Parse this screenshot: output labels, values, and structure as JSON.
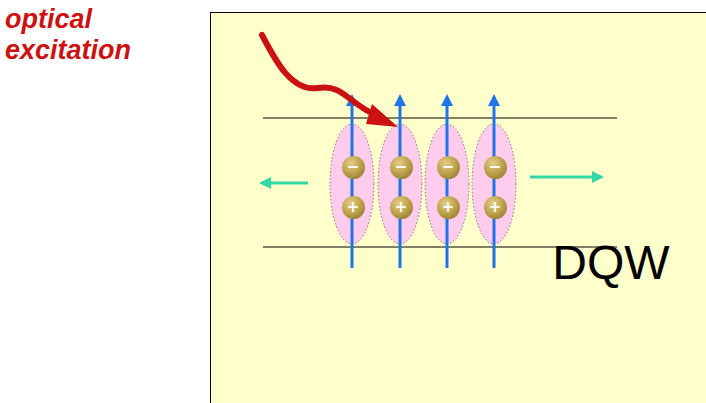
{
  "diagram": {
    "nodes": [
      {
        "text": [
          "DQW"
        ]
      },
      {
        "text": [
          "−"
        ],
        "in": 0
      },
      {
        "text": [
          "−"
        ],
        "in": 0
      },
      {
        "text": [
          "−"
        ],
        "in": 0
      },
      {
        "text": [
          "−"
        ],
        "in": 0
      },
      {
        "text": [
          "+"
        ],
        "in": 0
      },
      {
        "text": [
          "+"
        ],
        "in": 0
      },
      {
        "text": [
          "+"
        ],
        "in": 0
      },
      {
        "text": [
          "+"
        ],
        "in": 0
      }
    ],
    "labels": [
      "optical excitation"
    ]
  }
}
